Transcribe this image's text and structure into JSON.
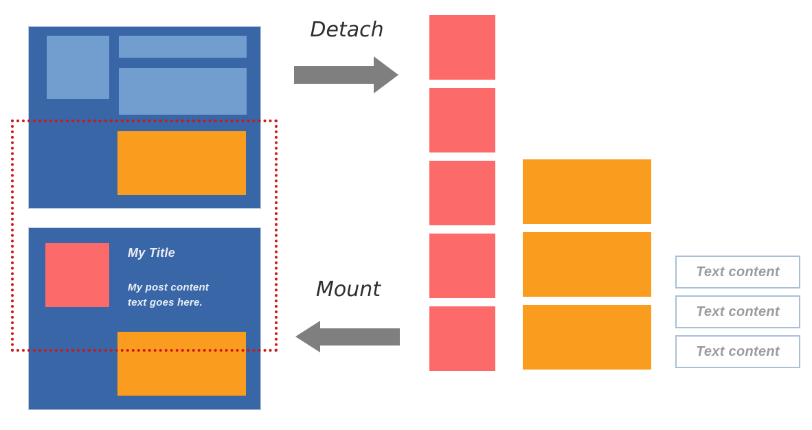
{
  "diagram": {
    "detach_label": "Detach",
    "mount_label": "Mount",
    "mounted_page": {
      "title": "My Title",
      "body": "My post content\ntext goes here."
    },
    "text_boxes": [
      {
        "label": "Text content"
      },
      {
        "label": "Text content"
      },
      {
        "label": "Text content"
      }
    ],
    "colors": {
      "page_blue": "#3866a6",
      "placeholder_blue": "#719ecf",
      "block_orange": "#fa9c1e",
      "block_red": "#fc6a6a",
      "outline_red": "#cf1717",
      "arrow_gray": "#7f7f7f",
      "textbox_border": "#a9bfd9",
      "textbox_text": "#9b9b9b",
      "label_text": "#2e2e2e",
      "page_text": "#e9edf5"
    }
  }
}
